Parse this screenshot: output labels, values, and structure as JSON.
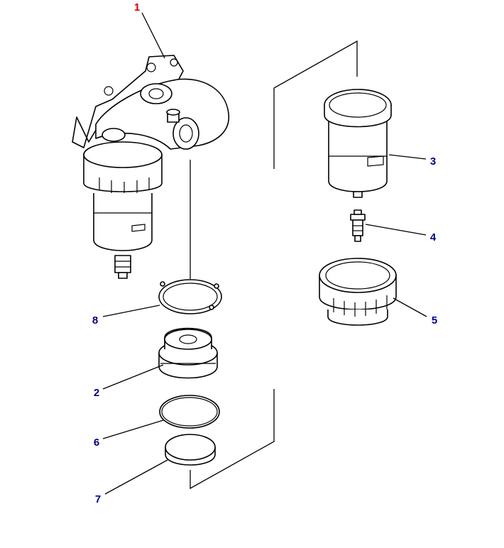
{
  "callouts": [
    {
      "label": "1",
      "color": "#d00000"
    },
    {
      "label": "2",
      "color": "#00008b"
    },
    {
      "label": "3",
      "color": "#00008b"
    },
    {
      "label": "4",
      "color": "#00008b"
    },
    {
      "label": "5",
      "color": "#00008b"
    },
    {
      "label": "6",
      "color": "#00008b"
    },
    {
      "label": "7",
      "color": "#00008b"
    },
    {
      "label": "8",
      "color": "#00008b"
    }
  ],
  "parts": [
    {
      "id": "1",
      "name": "filter-head-assembly-icon"
    },
    {
      "id": "2",
      "name": "bowl-cap-icon"
    },
    {
      "id": "3",
      "name": "filter-element-icon"
    },
    {
      "id": "4",
      "name": "drain-plug-icon"
    },
    {
      "id": "5",
      "name": "ring-nut-icon"
    },
    {
      "id": "6",
      "name": "o-ring-icon"
    },
    {
      "id": "7",
      "name": "gasket-ring-icon"
    },
    {
      "id": "8",
      "name": "snap-ring-icon"
    }
  ]
}
